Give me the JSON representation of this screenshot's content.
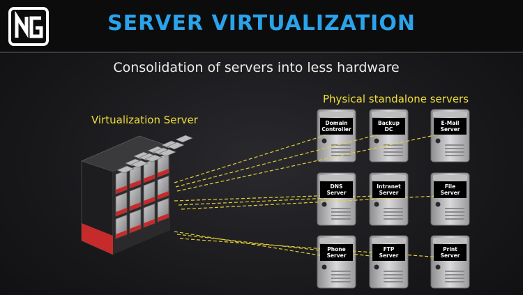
{
  "header": {
    "title": "SERVER VIRTUALIZATION",
    "subtitle": "Consolidation of servers into less hardware",
    "title_color": "#2aa3ea",
    "logo_icon": "company-logo-icon"
  },
  "diagram": {
    "virtualization_label": "Virtualization Server",
    "physical_label": "Physical standalone servers",
    "label_color": "#f0de3a",
    "connector_color": "#e4cf38",
    "servers": [
      {
        "line1": "Domain",
        "line2": "Controller"
      },
      {
        "line1": "Backup",
        "line2": "DC"
      },
      {
        "line1": "E-Mail",
        "line2": "Server"
      },
      {
        "line1": "DNS",
        "line2": "Server"
      },
      {
        "line1": "Intranet",
        "line2": "Server"
      },
      {
        "line1": "File",
        "line2": "Server"
      },
      {
        "line1": "Phone",
        "line2": "Server"
      },
      {
        "line1": "FTP",
        "line2": "Server"
      },
      {
        "line1": "Print",
        "line2": "Server"
      }
    ]
  }
}
